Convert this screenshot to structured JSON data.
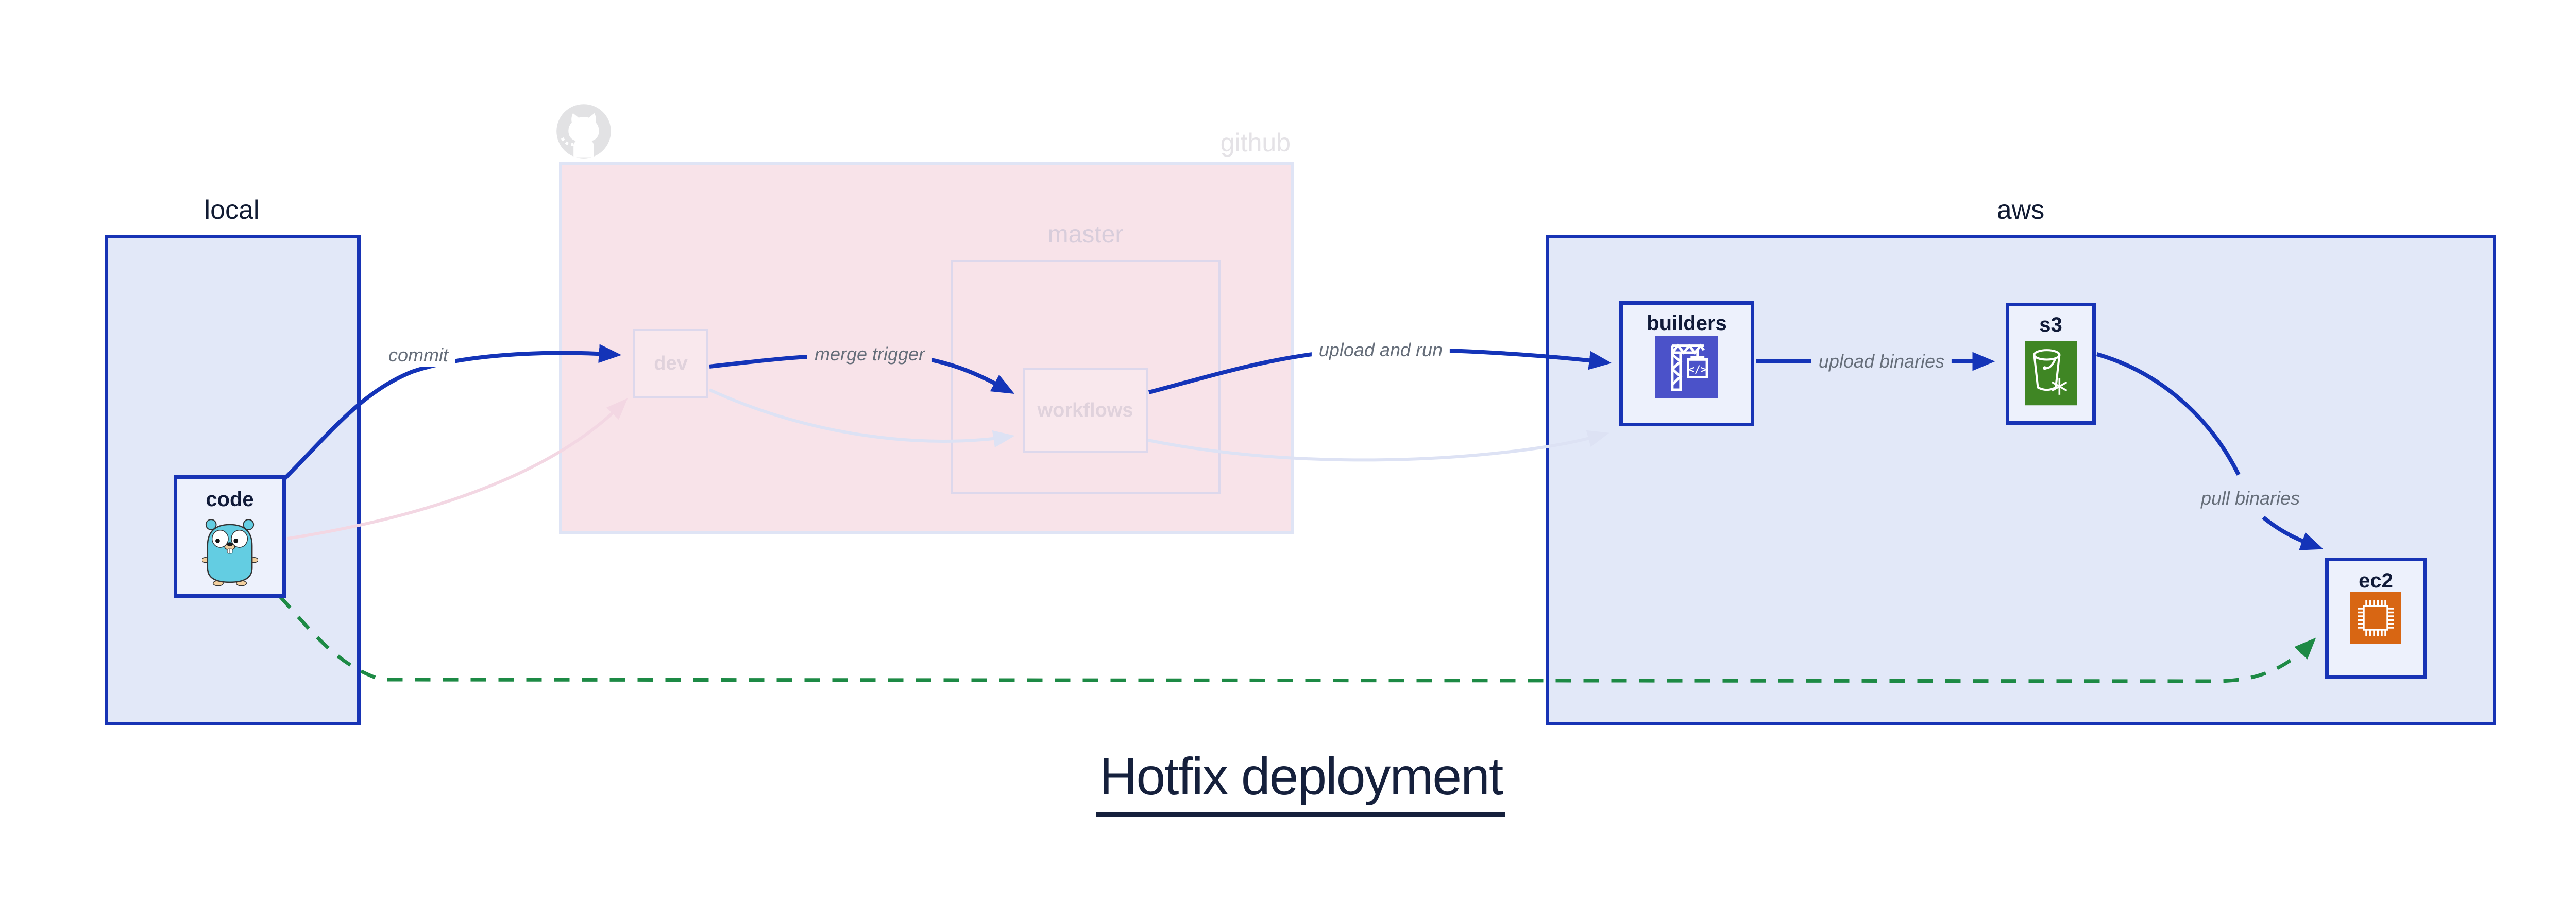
{
  "title": {
    "text": "Hotfix deployment"
  },
  "groups": {
    "local": {
      "label": "local"
    },
    "github": {
      "label": "github",
      "master_label": "master"
    },
    "aws": {
      "label": "aws"
    }
  },
  "nodes": {
    "code": {
      "label": "code",
      "icon": "go-gopher-icon",
      "icon_color": "#63cde2"
    },
    "dev": {
      "label": "dev",
      "state": "faded"
    },
    "workflows": {
      "label": "workflows",
      "state": "faded"
    },
    "builders": {
      "label": "builders",
      "icon": "codebuild-crane-icon",
      "icon_color": "#4b52c9"
    },
    "s3": {
      "label": "s3",
      "icon": "s3-bucket-icon",
      "icon_color": "#3f8624"
    },
    "ec2": {
      "label": "ec2",
      "icon": "cpu-chip-icon",
      "icon_color": "#d86613"
    }
  },
  "edges": {
    "commit": {
      "label": "commit",
      "from": "code",
      "to": "dev",
      "color": "#1434b8",
      "style": "solid"
    },
    "merge_trigger": {
      "label": "merge trigger",
      "from": "dev",
      "to": "workflows",
      "color": "#1434b8",
      "style": "solid"
    },
    "upload_and_run": {
      "label": "upload and run",
      "from": "workflows",
      "to": "builders",
      "color": "#1434b8",
      "style": "solid"
    },
    "upload_binaries": {
      "label": "upload binaries",
      "from": "builders",
      "to": "s3",
      "color": "#1434b8",
      "style": "solid"
    },
    "pull_binaries": {
      "label": "pull binaries",
      "from": "s3",
      "to": "ec2",
      "color": "#1434b8",
      "style": "solid"
    },
    "hotfix_path": {
      "label": "",
      "from": "code",
      "to": "ec2",
      "color": "#1d8a45",
      "style": "dashed"
    },
    "code_to_dev_faded": {
      "label": "",
      "from": "code",
      "to": "dev",
      "color": "#f3d7e3",
      "style": "faded"
    },
    "dev_to_workflows_faded": {
      "label": "",
      "from": "dev",
      "to": "workflows",
      "color": "#dde2f4",
      "style": "faded"
    },
    "workflows_to_builders_faded": {
      "label": "",
      "from": "workflows",
      "to": "builders",
      "color": "#dde2f4",
      "style": "faded"
    }
  },
  "colors": {
    "container_fill": "#e2e8f8",
    "container_border": "#1733b5",
    "node_fill": "#edf1fc",
    "github_fill": "#f8e3e9",
    "github_border": "#dfe4f5",
    "faded_border": "#ddd8ec",
    "edge_blue": "#1434b8",
    "hotfix_green": "#1d8a45",
    "edge_label_gray": "#666e7a",
    "octocat_gray": "#e2e2e4"
  }
}
